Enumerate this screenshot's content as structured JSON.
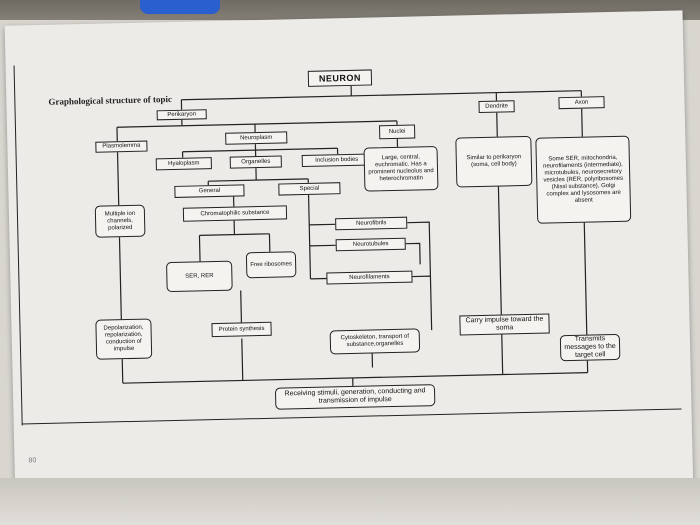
{
  "heading": "Graphological structure of topic",
  "page_number": "80",
  "nodes": {
    "neuron": "NEURON",
    "perikaryon": "Perikaryon",
    "dendrite": "Dendrite",
    "axon": "Axon",
    "plasmolemma": "Plasmolemma",
    "neuroplasm": "Neuroplasm",
    "nuclei": "Nuclei",
    "hyaloplasm": "Hyaloplasm",
    "organelles": "Organelles",
    "inclusion_bodies": "Inclusion bodies",
    "nuclei_desc": "Large, central, euchromatic. Has a prominent nucleolus and heterochromatin",
    "dendrite_desc": "Similar to perikaryon (soma, cell body)",
    "axon_desc": "Some SER, mitochondria, neurofilaments (intermediate), microtubules, neurosecretory vesicles (RER, polyribosomes (Nissl substance), Golgi complex and lysosomes are absent",
    "general": "General",
    "special": "Special",
    "multiple_ion": "Multiple ion channels, polarized",
    "chromatophilic": "Chromatophilic substance",
    "neurofibrils": "Neurofibrils",
    "neurotubules": "Neurotubules",
    "ser_rer": "SER, RER",
    "free_ribosomes": "Free ribosomes",
    "neurofilaments": "Neurofilaments",
    "depolarization": "Depolarization, repolarization, conduction of impulse",
    "protein_synthesis": "Protein synthesis",
    "cytoskeleton": "Cytoskeleton, transport of substance,organelles",
    "carry_impulse": "Carry impulse toward the soma",
    "transmits": "Transmits messages to the target cell",
    "receiving": "Receiving stimuli, generation, conducting and transmission of impulse"
  }
}
